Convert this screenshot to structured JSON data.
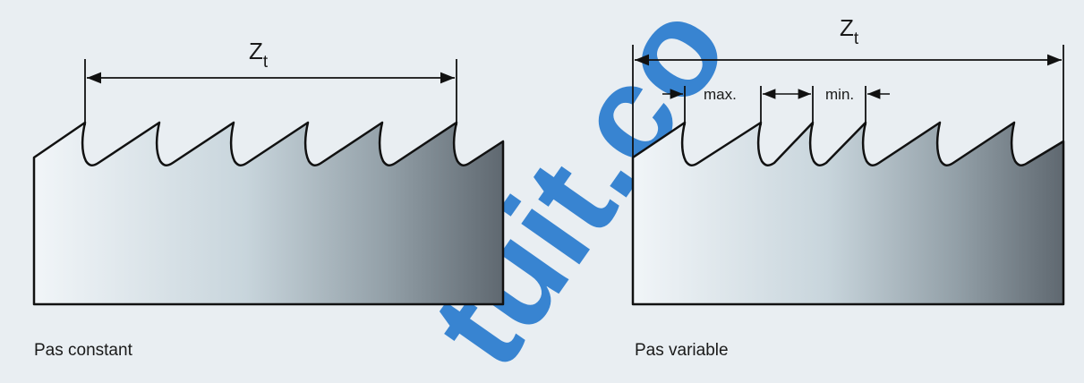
{
  "figure": {
    "left_caption": "Pas constant",
    "right_caption": "Pas variable",
    "dimension_symbol": "Z",
    "dimension_subscript": "t",
    "max_label": "max.",
    "min_label": "min."
  },
  "watermark": {
    "text": "tuit.co",
    "color": "#2f7fd0"
  },
  "colors": {
    "background": "#e9eef2",
    "blade_light": "#f1f5f8",
    "blade_dark": "#5f6870",
    "stroke": "#111111"
  }
}
